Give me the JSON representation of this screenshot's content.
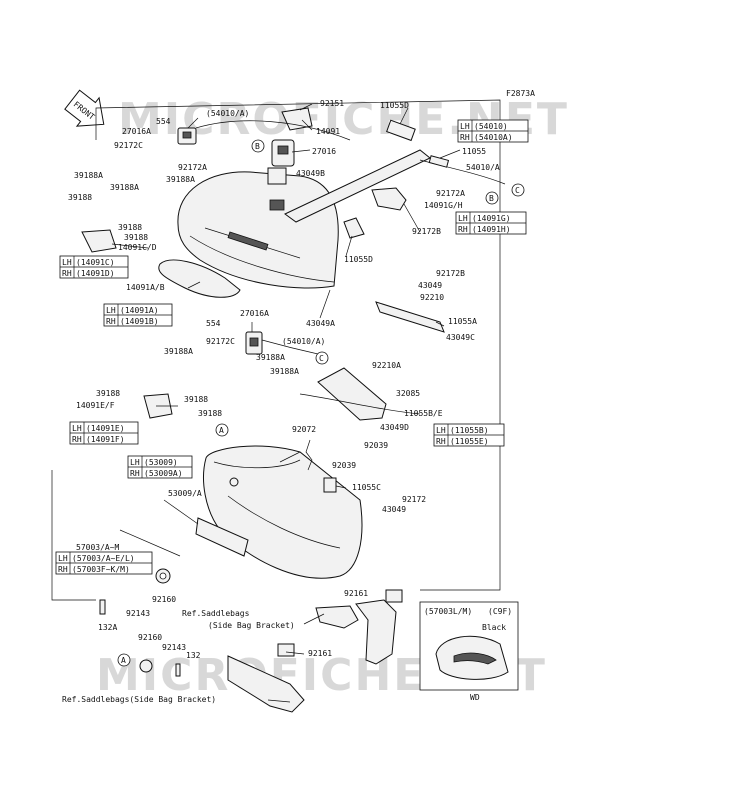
{
  "figure_code": "F2873A",
  "watermark_top": "MICROFICHE.NET",
  "watermark_bottom": "MICROFICHE.NET",
  "front_label": "FRONT",
  "parts": {
    "p92151": "92151",
    "p11055D_top": "11055D",
    "p54010A_paren": "(54010/A)",
    "p554_top": "554",
    "p27016A_top": "27016A",
    "p14091": "14091",
    "p92172C_top": "92172C",
    "p27016": "27016",
    "p11055": "11055",
    "p54010A": "54010/A",
    "p92172A_top": "92172A",
    "p43049B": "43049B",
    "p39188A_1": "39188A",
    "p39188A_2": "39188A",
    "p39188A_3": "39188A",
    "p92172A_mid": "92172A",
    "p14091GH": "14091G/H",
    "p39188_1": "39188",
    "p39188_2": "39188",
    "p39188_3": "39188",
    "p14091CD": "14091C/D",
    "p92172B_1": "92172B",
    "p11055D_mid": "11055D",
    "p92172B_2": "92172B",
    "p43049_1": "43049",
    "p14091AB": "14091A/B",
    "p92210": "92210",
    "p11055A": "11055A",
    "p27016A_mid": "27016A",
    "p554_mid": "554",
    "p43049A": "43049A",
    "p92172C_mid": "92172C",
    "p54010A_paren2": "(54010/A)",
    "p43049C": "43049C",
    "p39188A_4": "39188A",
    "p39188A_5": "39188A",
    "p92210A": "92210A",
    "p39188A_6": "39188A",
    "p32085": "32085",
    "p39188_4": "39188",
    "p39188_5": "39188",
    "p14091EF": "14091E/F",
    "p39188_6": "39188",
    "p11055BE": "11055B/E",
    "p43049D": "43049D",
    "p92072": "92072",
    "p92039_1": "92039",
    "p92039_2": "92039",
    "p11055C": "11055C",
    "p92172": "92172",
    "p43049_2": "43049",
    "p53009A": "53009/A",
    "p57003AM": "57003/A~M",
    "p92160_1": "92160",
    "p92143_1": "92143",
    "p132A": "132A",
    "p92161_1": "92161",
    "p92160_2": "92160",
    "p92143_2": "92143",
    "p132": "132",
    "p92161_2": "92161",
    "p57003LM": "(57003L/M)",
    "pC9F": "(C9F)",
    "black": "Black",
    "wd": "WD",
    "ref1_line1": "Ref.Saddlebags",
    "ref1_line2": "(Side Bag Bracket)",
    "ref2": "Ref.Saddlebags(Side Bag Bracket)"
  },
  "tables": {
    "t54010": [
      [
        "LH",
        "(54010)"
      ],
      [
        "RH",
        "(54010A)"
      ]
    ],
    "t14091G": [
      [
        "LH",
        "(14091G)"
      ],
      [
        "RH",
        "(14091H)"
      ]
    ],
    "t14091C": [
      [
        "LH",
        "(14091C)"
      ],
      [
        "RH",
        "(14091D)"
      ]
    ],
    "t14091A": [
      [
        "LH",
        "(14091A)"
      ],
      [
        "RH",
        "(14091B)"
      ]
    ],
    "t14091E": [
      [
        "LH",
        "(14091E)"
      ],
      [
        "RH",
        "(14091F)"
      ]
    ],
    "t11055B": [
      [
        "LH",
        "(11055B)"
      ],
      [
        "RH",
        "(11055E)"
      ]
    ],
    "t53009": [
      [
        "LH",
        "(53009)"
      ],
      [
        "RH",
        "(53009A)"
      ]
    ],
    "t57003": [
      [
        "LH",
        "(57003/A~E/L)"
      ],
      [
        "RH",
        "(57003F~K/M)"
      ]
    ]
  },
  "callouts": {
    "A": "A",
    "B": "B",
    "C": "C"
  }
}
